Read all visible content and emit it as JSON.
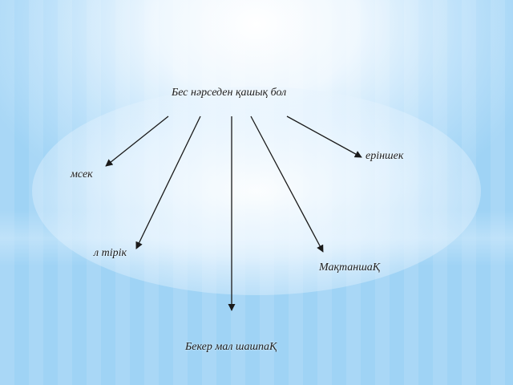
{
  "root": {
    "label": "Бес нәрседен қашық бол"
  },
  "branches": [
    {
      "label": "ерiншек"
    },
    {
      "label": "мсек"
    },
    {
      "label": "л тiрiк"
    },
    {
      "label": "МақтаншаҚ"
    },
    {
      "label": "Бекер мал шашпаҚ"
    }
  ],
  "colors": {
    "arrow": "#1a1a1a",
    "text": "#1c1c1c",
    "background": "#8ec9f2"
  }
}
